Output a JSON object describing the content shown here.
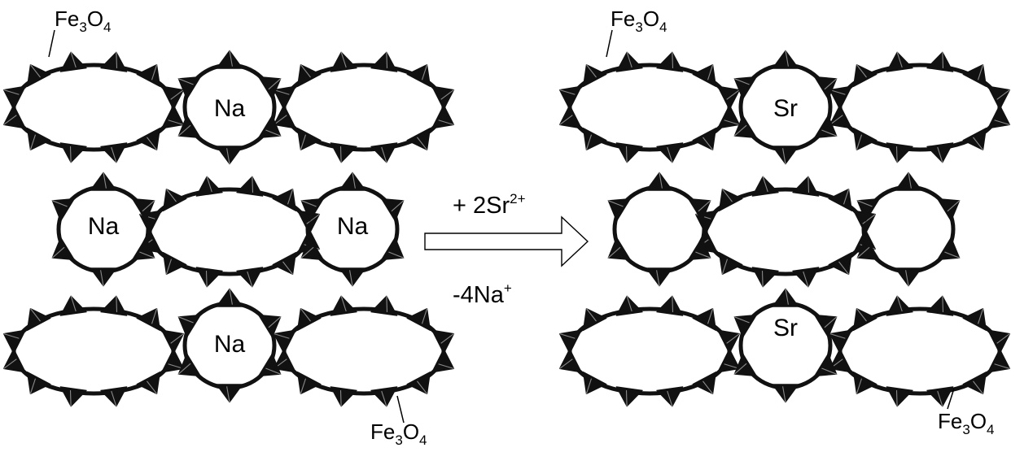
{
  "colors": {
    "tetra": "#111111",
    "tetra_edge": "#8a8a8a",
    "background": "#ffffff"
  },
  "labels": {
    "fe_main": "Fe",
    "fe_sub1": "3",
    "fe_o": "O",
    "fe_sub2": "4",
    "na": "Na",
    "sr": "Sr"
  },
  "reaction": {
    "add_main": "+ 2Sr",
    "add_sup": "2+",
    "remove_main": "-4Na",
    "remove_sup": "+"
  }
}
